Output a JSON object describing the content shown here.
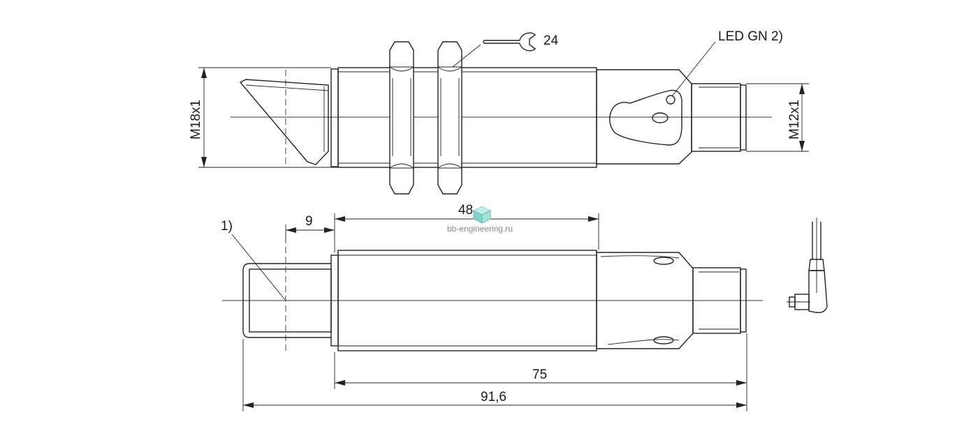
{
  "labels": {
    "wrench_size": "24",
    "led": "LED GN 2)",
    "thread_main": "M18x1",
    "thread_connector": "M12x1",
    "footnote_ref": "1)",
    "dim_9": "9",
    "dim_48": "48",
    "dim_75": "75",
    "dim_91_6": "91,6"
  },
  "watermark": {
    "text": "bb-engineering.ru",
    "color": "#8a8a8a"
  },
  "colors": {
    "line": "#222222",
    "background": "#ffffff",
    "logo_cube": "#7fd3c8"
  },
  "icons": {
    "wrench": "wrench-icon",
    "logo": "cube-logo-icon"
  }
}
